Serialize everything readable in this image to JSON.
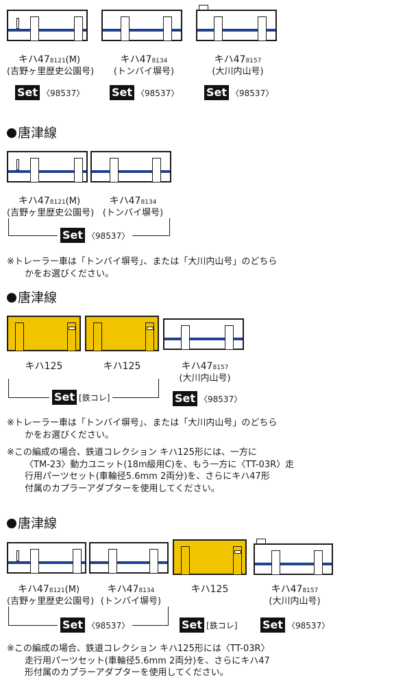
{
  "colors": {
    "stripe": "#1f3f8f",
    "yellow": "#f2c400",
    "ink": "#1a1a1a"
  },
  "set_label": "Set",
  "set_num": "〈98537〉",
  "tetsukore": "[鉄コレ]",
  "cars": {
    "c8121": {
      "main": "キハ47",
      "sub": "8121",
      "suffix": "(M)",
      "name": "(吉野ヶ里歴史公園号)"
    },
    "c8134": {
      "main": "キハ47",
      "sub": "8134",
      "suffix": "",
      "name": "(トンバイ塀号)"
    },
    "c8157": {
      "main": "キハ47",
      "sub": "8157",
      "suffix": "",
      "name": "(大川内山号)"
    },
    "kiha125": "キハ125"
  },
  "sections": [
    {
      "title": "唐津線"
    },
    {
      "title": "唐津線"
    },
    {
      "title": "唐津線"
    }
  ],
  "notes": {
    "n1_l1": "※トレーラー車は「トンバイ塀号」、または「大川内山号」のどちら",
    "n1_l2": "かをお選びください。",
    "n2_l1": "※トレーラー車は「トンバイ塀号」、または「大川内山号」のどちら",
    "n2_l2": "かをお選びください。",
    "n3_l1": "※この編成の場合、鉄道コレクション キハ125形には、一方に",
    "n3_l2": "〈TM-23〉動力ユニット(18m級用C)を、もう一方に〈TT-03R〉走",
    "n3_l3": "行用パーツセット(車輪径5.6mm 2両分)を、さらにキハ47形",
    "n3_l4": "付属のカプラーアダプターを使用してください。",
    "n4_l1": "※この編成の場合、鉄道コレクション キハ125形には〈TT-03R〉",
    "n4_l2": "走行用パーツセット(車輪径5.6mm 2両分)を、さらにキハ47",
    "n4_l3": "形付属のカプラーアダプターを使用してください。"
  }
}
